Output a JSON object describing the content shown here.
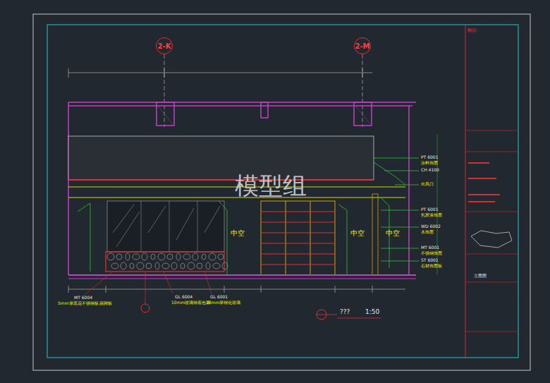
{
  "diagram": {
    "nodes": [
      {
        "text": [
          "2-K"
        ]
      },
      {
        "text": [
          "2-M"
        ]
      }
    ],
    "labels": [
      "模型组",
      "中空",
      "中空",
      "中空",
      "PT 6001",
      "涂料饰面",
      "CH 4100",
      "出风口",
      "PT 6001",
      "乳胶漆饰面",
      "WD 6002",
      "木饰面",
      "MT 6001",
      "不锈钢饰面",
      "ST 6001",
      "石材饰面板",
      "MT 6004",
      "5mm厚黑花不锈钢板 踢脚板",
      "GL 6004",
      "10mm玻璃钢着色漆",
      "GL 6001",
      "18mm厚钢化玻璃",
      "???",
      "1:50",
      "附注:",
      "立面图"
    ]
  }
}
